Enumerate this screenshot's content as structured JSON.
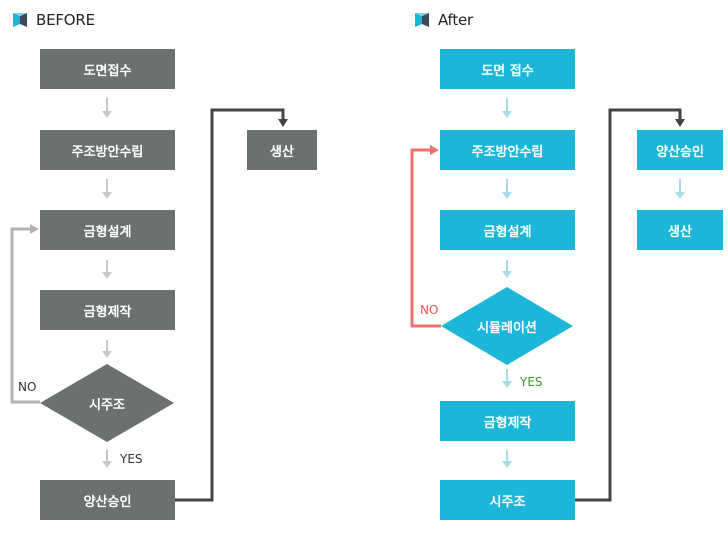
{
  "before": {
    "title": "BEFORE",
    "nodes": {
      "n1": "도면접수",
      "n2": "주조방안수립",
      "n3": "금형설계",
      "n4": "금형제작",
      "decision": "시주조",
      "n5": "양산승인",
      "n6": "생산"
    },
    "no_label": "NO",
    "yes_label": "YES"
  },
  "after": {
    "title": "After",
    "nodes": {
      "n1": "도면 접수",
      "n2": "주조방안수립",
      "n3": "금형설계",
      "decision": "시뮬레이션",
      "n4": "금형제작",
      "n5": "시주조",
      "n6": "양산승인",
      "n7": "생산"
    },
    "no_label": "NO",
    "yes_label": "YES"
  },
  "colors": {
    "before_box": "#6b7071",
    "after_box": "#1cb6d9",
    "connector_dark": "#444444",
    "arrow_light_gray": "#c8c8c8",
    "arrow_light_blue": "#a8dbe8",
    "loop_gray": "#b7b1b0",
    "loop_red": "#f07070",
    "yes_green": "#3a9a2a"
  },
  "icons": {
    "logo": "hexagon-logo-icon"
  }
}
